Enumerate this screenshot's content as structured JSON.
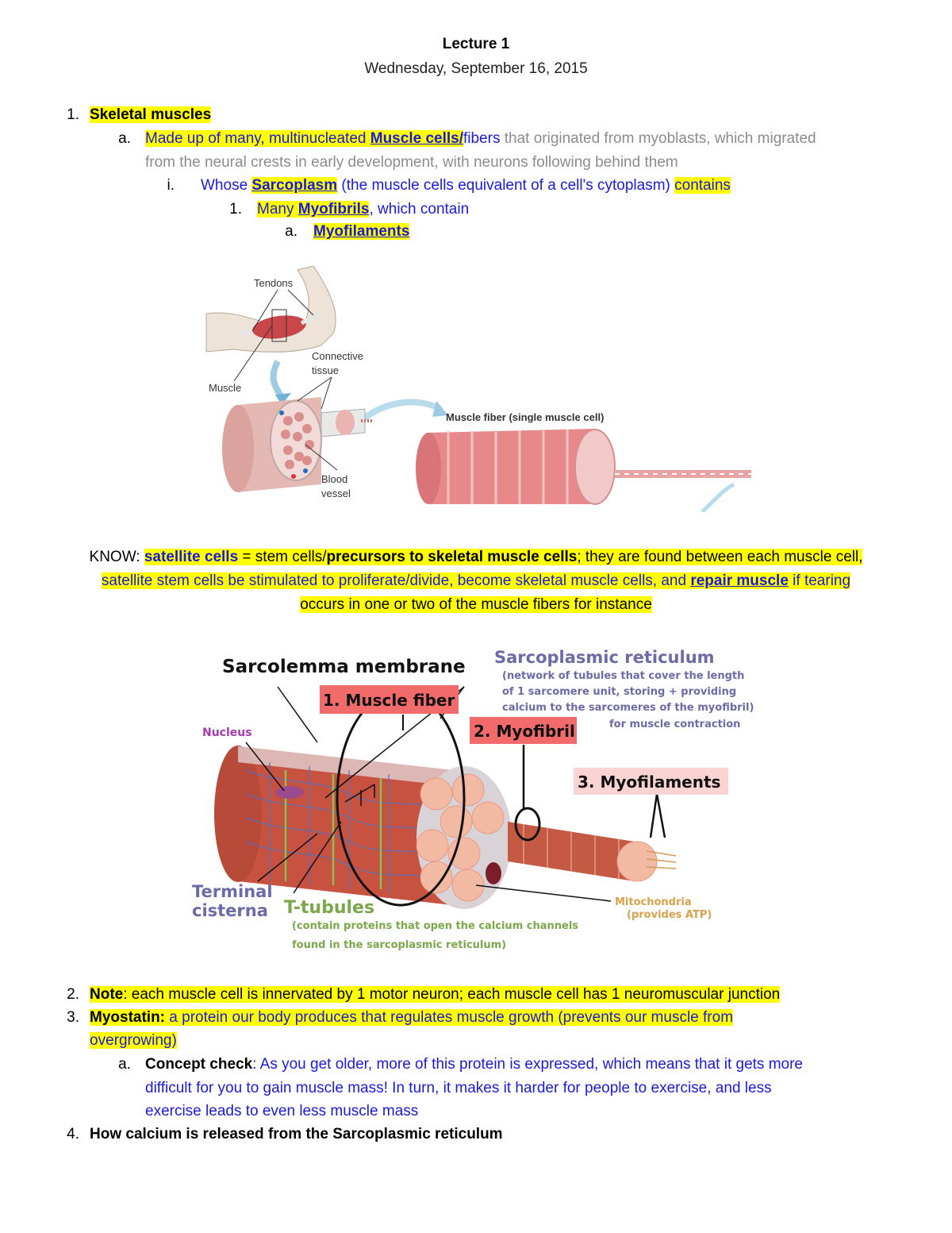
{
  "header": {
    "title": "Lecture 1",
    "date": "Wednesday, September 16, 2015"
  },
  "outline": {
    "item1": {
      "marker": "1.",
      "title": "Skeletal muscles"
    },
    "item1a": {
      "marker": "a.",
      "t1": "Made up of many, multinucleated ",
      "t2": "Muscle cells/",
      "t3": "fibers",
      "t4": " that originated from myoblasts, which migrated",
      "t5": "from the neural crests in early development, with neurons following behind them"
    },
    "item1ai": {
      "marker": "i.",
      "t1": "Whose ",
      "t2": "Sarcoplasm",
      "t3": " (the muscle cells equivalent of a cell's cytoplasm) ",
      "t4": "contains"
    },
    "item1ai1": {
      "marker": "1.",
      "t1": "Many ",
      "t2": "Myofibrils",
      "t3": ", which contain"
    },
    "item1ai1a": {
      "marker": "a.",
      "t1": "Myofilaments"
    }
  },
  "figure1": {
    "tendons": "Tendons",
    "connective_1": "Connective",
    "connective_2": "tissue",
    "muscle": "Muscle",
    "fiber": "Muscle fiber (single muscle cell)",
    "blood_1": "Blood",
    "blood_2": "vessel"
  },
  "know": {
    "l1_a": "KNOW: ",
    "l1_b": "satellite cells",
    "l1_c": " = stem cells/",
    "l1_d": "precursors to skeletal muscle cells",
    "l1_e": "; they are found between each muscle cell,",
    "l2_a": "satellite stem cells be stimulated to proliferate/divide, become skeletal muscle cells, and ",
    "l2_b": "repair muscle",
    "l2_c": " if tearing",
    "l3": "occurs in one or two of the muscle fibers for instance"
  },
  "figure2": {
    "sarcolemma": "Sarcolemma membrane",
    "sr_title": "Sarcoplasmic reticulum",
    "sr_1": "(network of tubules that cover the length",
    "sr_2": "of 1 sarcomere unit, storing + providing",
    "sr_3": "calcium to the sarcomeres of the myofibril)",
    "sr_4": "for muscle contraction",
    "fiber": "1. Muscle fiber",
    "myofibril": "2. Myofibril",
    "myofilaments": "3. Myofilaments",
    "nucleus": "Nucleus",
    "terminal_1": "Terminal",
    "terminal_2": "cisterna",
    "ttub": "T-tubules",
    "ttub_1": "(contain proteins that open the calcium channels",
    "ttub_2": "found in the sarcoplasmic reticulum)",
    "mito_1": "Mitochondria",
    "mito_2": "(provides ATP)",
    "colors": {
      "label_red": "#f26b6b",
      "label_pink": "#fbd3d3",
      "sr_purple": "#6d6aa8",
      "ttub_green": "#7aa84a",
      "mito_orange": "#d9a24a"
    }
  },
  "list2": {
    "item2": {
      "marker": "2.",
      "b": "Note",
      "t": ": each muscle cell is innervated by 1 motor neuron; each muscle cell has 1 neuromuscular junction"
    },
    "item3": {
      "marker": "3.",
      "b": "Myostatin:",
      "t1": " a protein our body produces that regulates muscle growth (prevents our muscle from",
      "t2": "overgrowing)"
    },
    "item3a": {
      "marker": "a.",
      "b": "Concept check",
      "t1": ": As you get older, more of this protein is expressed, which means that it gets more",
      "t2": "difficult for you to gain muscle mass! In turn, it makes it harder for people to exercise, and less",
      "t3": "exercise leads to even less muscle mass"
    },
    "item4": {
      "marker": "4.",
      "b": "How calcium is released from the Sarcoplasmic reticulum"
    }
  }
}
